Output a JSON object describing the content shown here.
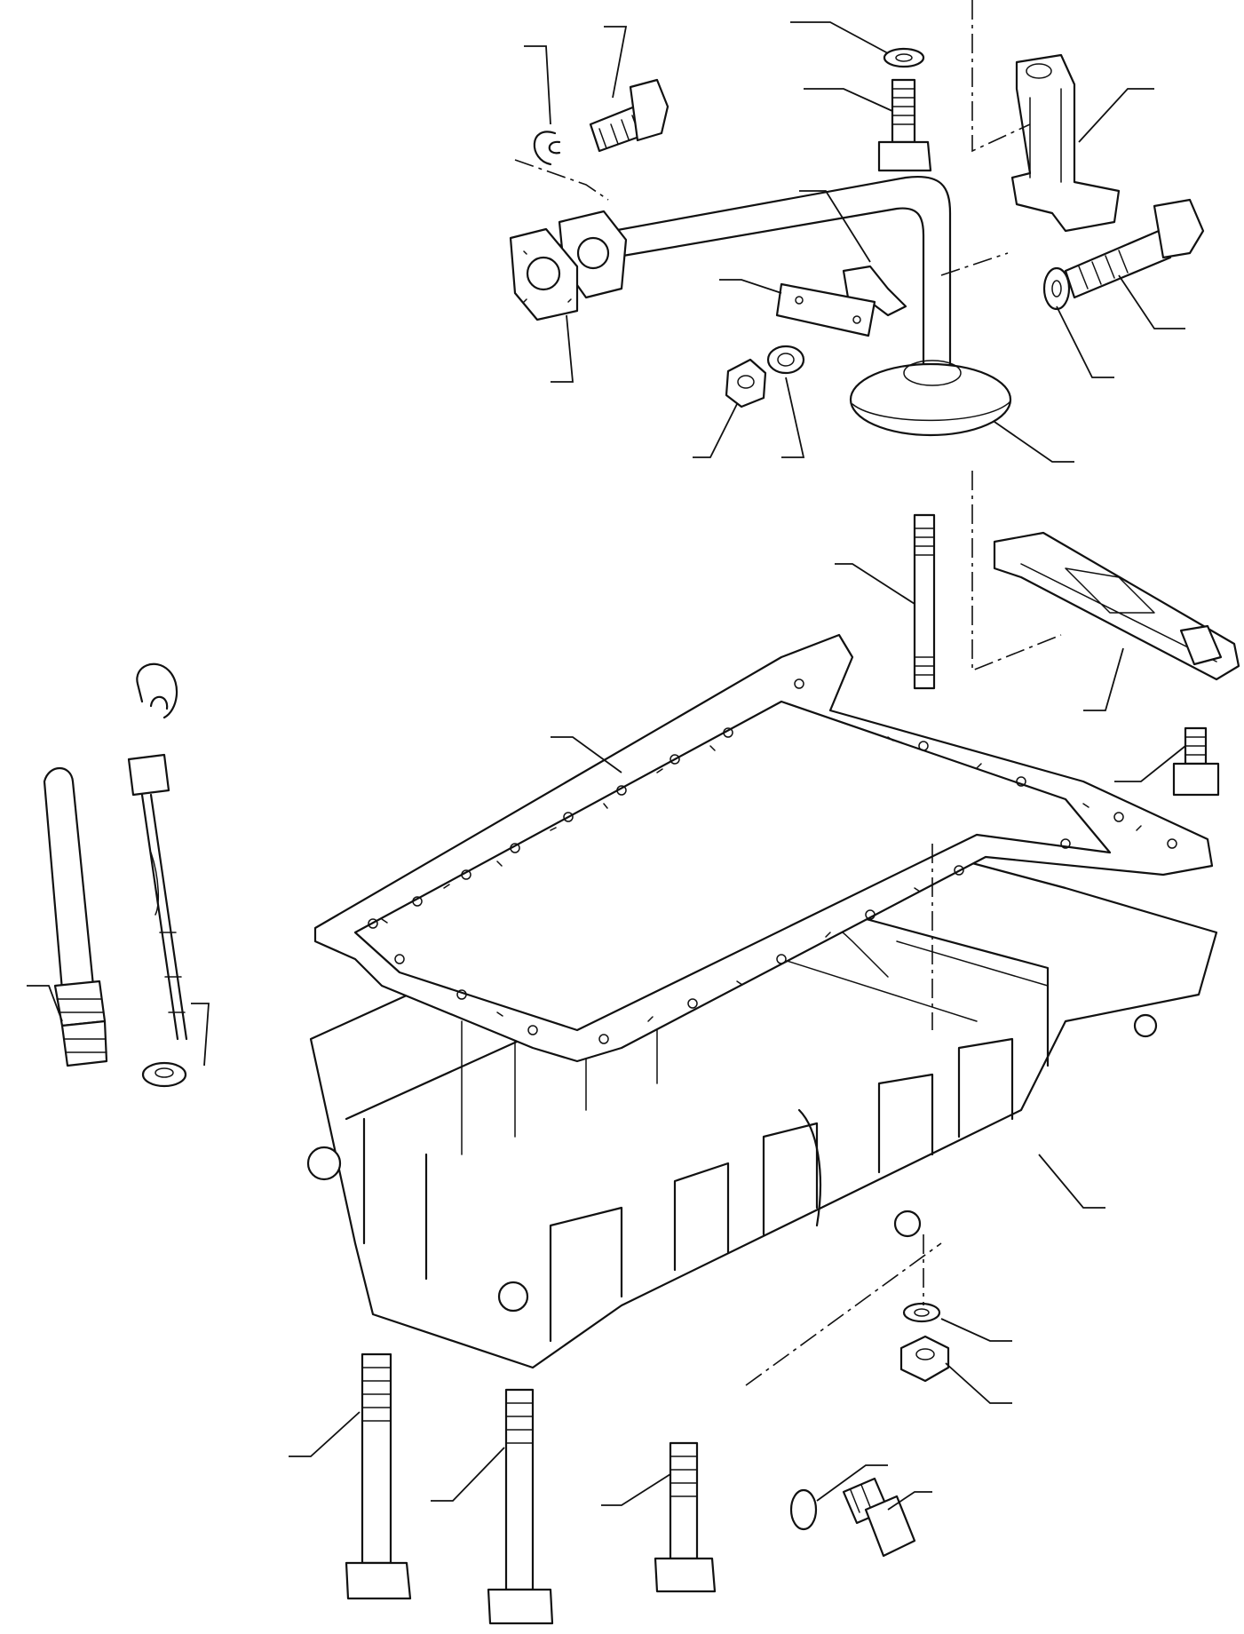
{
  "diagram": {
    "kind": "exploded parts drawing",
    "labels": [],
    "parts": [
      "oil-suction-pipe",
      "suction-strainer",
      "pipe-gasket",
      "snap-ring",
      "flange-bolt",
      "washer-top",
      "bolt-top",
      "support-bracket",
      "bracket-bolt",
      "bracket-washer",
      "clip",
      "clamp-plate",
      "nut",
      "washer",
      "stud",
      "bridge-bracket",
      "bridge-screw",
      "oil-pan-gasket",
      "oil-pan",
      "dipstick",
      "dipstick-tube",
      "tube-fitting",
      "dipstick-seal",
      "long-bolt-1",
      "long-bolt-2",
      "short-bolt",
      "drain-plug",
      "drain-plug-seal",
      "pan-washer",
      "pan-nut"
    ]
  }
}
